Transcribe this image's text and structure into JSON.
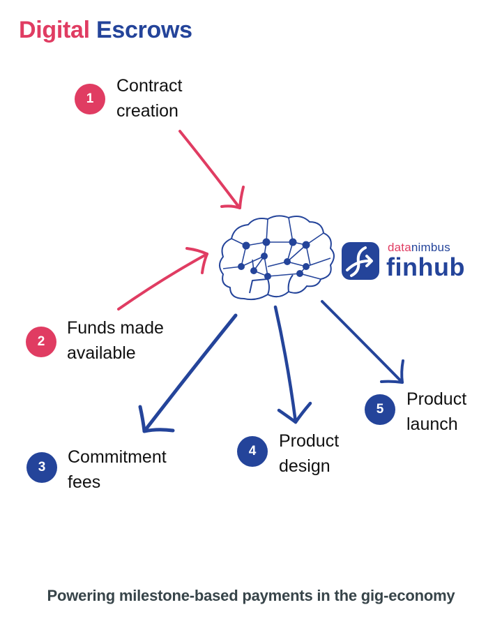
{
  "title": {
    "word1": "Digital",
    "word2": "Escrows"
  },
  "colors": {
    "accent_red": "#e03c62",
    "brand_blue": "#24449a",
    "footer_text": "#374449"
  },
  "center_icon": "brain-network-icon",
  "logo": {
    "brand_part1": "data",
    "brand_part2": "nimbus",
    "product": "finhub",
    "mark_icon": "finhub-f-arrow-icon"
  },
  "steps": [
    {
      "number": "1",
      "line1": "Contract",
      "line2": "creation",
      "color": "red",
      "arrow": "inbound"
    },
    {
      "number": "2",
      "line1": "Funds made",
      "line2": "available",
      "color": "red",
      "arrow": "inbound"
    },
    {
      "number": "3",
      "line1": "Commitment",
      "line2": "fees",
      "color": "blue",
      "arrow": "outbound"
    },
    {
      "number": "4",
      "line1": "Product",
      "line2": "design",
      "color": "blue",
      "arrow": "outbound"
    },
    {
      "number": "5",
      "line1": "Product",
      "line2": "launch",
      "color": "blue",
      "arrow": "outbound"
    }
  ],
  "footer": {
    "tagline": "Powering milestone-based payments in the gig-economy"
  }
}
